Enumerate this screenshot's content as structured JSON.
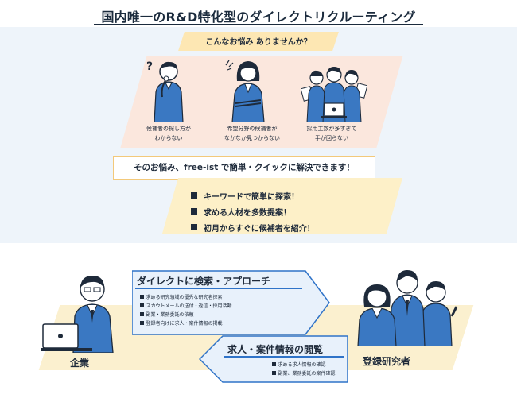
{
  "title": "国内唯一のR&D特化型のダイレクトリクルーティング",
  "worries": {
    "banner": "こんなお悩み ありませんか？",
    "items": [
      {
        "line1": "候補者の探し方が",
        "line2": "わからない"
      },
      {
        "line1": "希望分野の候補者が",
        "line2": "なかなか見つからない"
      },
      {
        "line1": "採用工数が多すぎて",
        "line2": "手が回らない"
      }
    ]
  },
  "solution": {
    "headline": "そのお悩み、free-ist で簡単・クイックに解決できます！",
    "benefits": [
      "キーワードで簡単に探索！",
      "求める人材を多数提案！",
      "初月からすぐに候補者を紹介！"
    ]
  },
  "flow": {
    "company_label": "企業",
    "researcher_label": "登録研究者",
    "to_researchers": {
      "title": "ダイレクトに検索・アプローチ",
      "items": [
        "求める研究領域の優秀な研究者探索",
        "スカウトメールの送付・返信・採用活動",
        "副業・業務委託の依頼",
        "登録者向けに求人・案件情報の掲載"
      ]
    },
    "to_company": {
      "title": "求人・案件情報の閲覧",
      "items": [
        "求める求人情報の確認",
        "副業、業務委託の案件確認"
      ]
    }
  },
  "colors": {
    "navy": "#1e2a3a",
    "shirt_blue": "#3a78c2",
    "top_bg": "#eef4fa",
    "banner_yellow": "#fde7b3",
    "band_pink": "#fbe7dd",
    "band_yellow": "#fdf0c8",
    "arrow_fill": "#e8f1fb",
    "arrow_stroke": "#2f73c8"
  }
}
